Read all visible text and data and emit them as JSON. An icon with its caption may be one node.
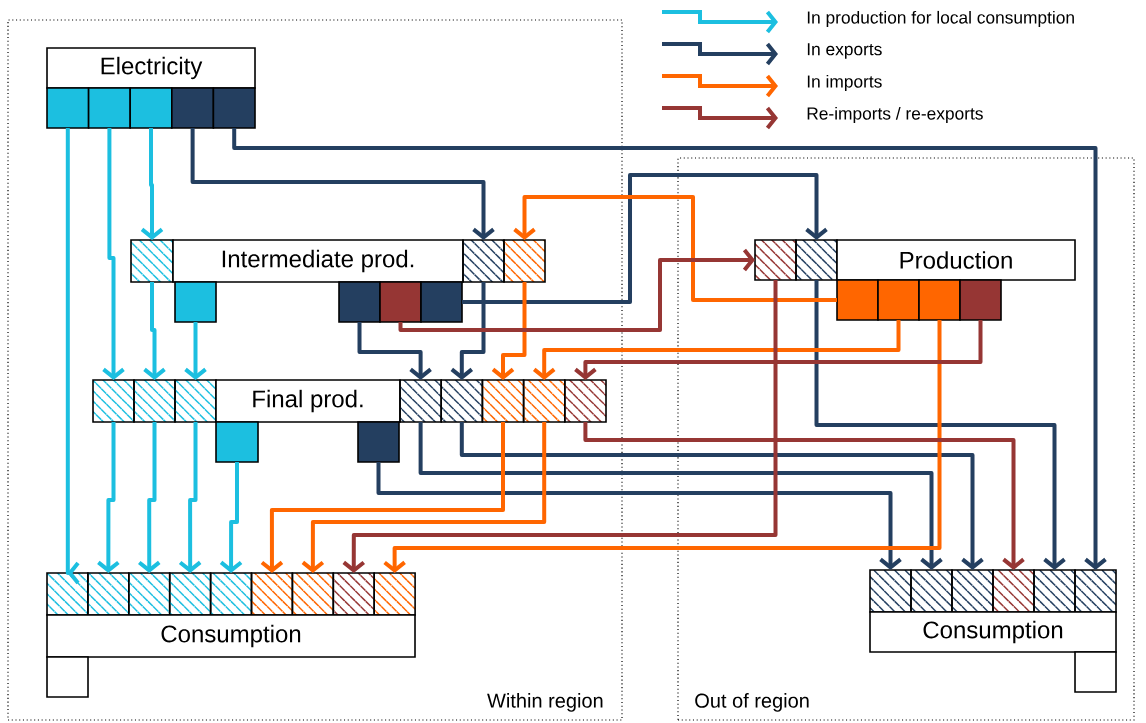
{
  "diagram": {
    "nodes": [
      {
        "text": [
          "Within region"
        ]
      },
      {
        "text": [
          "Out of region"
        ]
      },
      {
        "text": [
          "Electricity"
        ],
        "in": 0
      },
      {
        "text": [],
        "shape": "box",
        "in": 0
      },
      {
        "text": [],
        "shape": "box",
        "in": 0
      },
      {
        "text": [],
        "shape": "box",
        "in": 0
      },
      {
        "text": [],
        "shape": "box",
        "in": 0
      },
      {
        "text": [],
        "shape": "box",
        "in": 0
      },
      {
        "text": [],
        "shape": "box",
        "in": 0
      },
      {
        "text": [
          "Intermediate prod."
        ],
        "in": 0
      },
      {
        "text": [],
        "shape": "box",
        "in": 0
      },
      {
        "text": [],
        "shape": "box",
        "in": 0
      },
      {
        "text": [],
        "shape": "box",
        "in": 0
      },
      {
        "text": [],
        "shape": "box",
        "in": 0
      },
      {
        "text": [],
        "shape": "box",
        "in": 0
      },
      {
        "text": [],
        "shape": "box",
        "in": 0
      },
      {
        "text": [],
        "shape": "box",
        "in": 1
      },
      {
        "text": [],
        "shape": "box",
        "in": 1
      },
      {
        "text": [
          "Production"
        ],
        "in": 1
      },
      {
        "text": [],
        "shape": "box",
        "in": 1
      },
      {
        "text": [],
        "shape": "box",
        "in": 1
      },
      {
        "text": [],
        "shape": "box",
        "in": 1
      },
      {
        "text": [],
        "shape": "box",
        "in": 1
      },
      {
        "text": [],
        "shape": "box",
        "in": 0
      },
      {
        "text": [],
        "shape": "box",
        "in": 0
      },
      {
        "text": [],
        "shape": "box",
        "in": 0
      },
      {
        "text": [
          "Final prod."
        ],
        "in": 0
      },
      {
        "text": [],
        "shape": "box",
        "in": 0
      },
      {
        "text": [],
        "shape": "box",
        "in": 0
      },
      {
        "text": [],
        "shape": "box",
        "in": 0
      },
      {
        "text": [],
        "shape": "box",
        "in": 0
      },
      {
        "text": [],
        "shape": "box",
        "in": 0
      },
      {
        "text": [],
        "shape": "box",
        "in": 0
      },
      {
        "text": [],
        "shape": "box",
        "in": 0
      },
      {
        "text": [],
        "shape": "box",
        "in": 0
      },
      {
        "text": [],
        "shape": "box",
        "in": 0
      },
      {
        "text": [],
        "shape": "box",
        "in": 0
      },
      {
        "text": [],
        "shape": "box",
        "in": 0
      },
      {
        "text": [],
        "shape": "box",
        "in": 0
      },
      {
        "text": [],
        "shape": "box",
        "in": 0
      },
      {
        "text": [],
        "shape": "box",
        "in": 0
      },
      {
        "text": [],
        "shape": "box",
        "in": 0
      },
      {
        "text": [],
        "shape": "box",
        "in": 0
      },
      {
        "text": [
          "Consumption"
        ],
        "in": 0
      },
      {
        "text": [],
        "shape": "box",
        "in": 0
      },
      {
        "text": [],
        "shape": "box",
        "in": 1
      },
      {
        "text": [],
        "shape": "box",
        "in": 1
      },
      {
        "text": [],
        "shape": "box",
        "in": 1
      },
      {
        "text": [],
        "shape": "box",
        "in": 1
      },
      {
        "text": [],
        "shape": "box",
        "in": 1
      },
      {
        "text": [],
        "shape": "box",
        "in": 1
      },
      {
        "text": [
          "Consumption"
        ],
        "in": 1
      },
      {
        "text": [],
        "shape": "box",
        "in": 1
      }
    ],
    "edges": [
      {
        "from": 3,
        "to": 34,
        "arrow": "to",
        "color": "#1cbfe0"
      },
      {
        "from": 4,
        "to": 23,
        "arrow": "to",
        "color": "#1cbfe0"
      },
      {
        "from": 5,
        "to": 8,
        "arrow": "to",
        "color": "#1cbfe0"
      },
      {
        "from": 8,
        "to": 24,
        "arrow": "to",
        "color": "#1cbfe0"
      },
      {
        "from": 12,
        "to": 25,
        "arrow": "to",
        "color": "#1cbfe0"
      },
      {
        "from": 23,
        "to": 35,
        "arrow": "to",
        "color": "#1cbfe0"
      },
      {
        "from": 24,
        "to": 36,
        "arrow": "to",
        "color": "#1cbfe0"
      },
      {
        "from": 25,
        "to": 37,
        "arrow": "to",
        "color": "#1cbfe0"
      },
      {
        "from": 32,
        "to": 38,
        "arrow": "to",
        "color": "#1cbfe0"
      },
      {
        "from": 6,
        "to": 10,
        "arrow": "to",
        "color": "#243f60"
      },
      {
        "from": 7,
        "to": 50,
        "arrow": "to",
        "color": "#243f60"
      },
      {
        "from": 13,
        "to": 27,
        "arrow": "to",
        "color": "#243f60"
      },
      {
        "from": 10,
        "to": 28,
        "arrow": "to",
        "color": "#243f60"
      },
      {
        "from": 15,
        "to": 17,
        "arrow": "to",
        "color": "#243f60"
      },
      {
        "from": 17,
        "to": 49,
        "arrow": "to",
        "color": "#243f60"
      },
      {
        "from": 27,
        "to": 46,
        "arrow": "to",
        "color": "#243f60"
      },
      {
        "from": 28,
        "to": 47,
        "arrow": "to",
        "color": "#243f60"
      },
      {
        "from": 33,
        "to": 45,
        "arrow": "to",
        "color": "#243f60"
      },
      {
        "from": 19,
        "to": 11,
        "arrow": "to",
        "color": "#ff6600"
      },
      {
        "from": 11,
        "to": 29,
        "arrow": "to",
        "color": "#ff6600"
      },
      {
        "from": 20,
        "to": 30,
        "arrow": "to",
        "color": "#ff6600"
      },
      {
        "from": 21,
        "to": 42,
        "arrow": "to",
        "color": "#ff6600"
      },
      {
        "from": 29,
        "to": 39,
        "arrow": "to",
        "color": "#ff6600"
      },
      {
        "from": 30,
        "to": 40,
        "arrow": "to",
        "color": "#ff6600"
      },
      {
        "from": 14,
        "to": 16,
        "arrow": "to",
        "color": "#963634"
      },
      {
        "from": 22,
        "to": 31,
        "arrow": "to",
        "color": "#963634"
      },
      {
        "from": 31,
        "to": 48,
        "arrow": "to",
        "color": "#963634"
      },
      {
        "from": 16,
        "to": 41,
        "arrow": "to",
        "color": "#963634"
      }
    ],
    "legend": [
      {
        "text": "In production for local consumption",
        "color": "#1cbfe0"
      },
      {
        "text": "In exports",
        "color": "#243f60"
      },
      {
        "text": "In imports",
        "color": "#ff6600"
      },
      {
        "text": "Re-imports / re-exports",
        "color": "#963634"
      }
    ]
  }
}
